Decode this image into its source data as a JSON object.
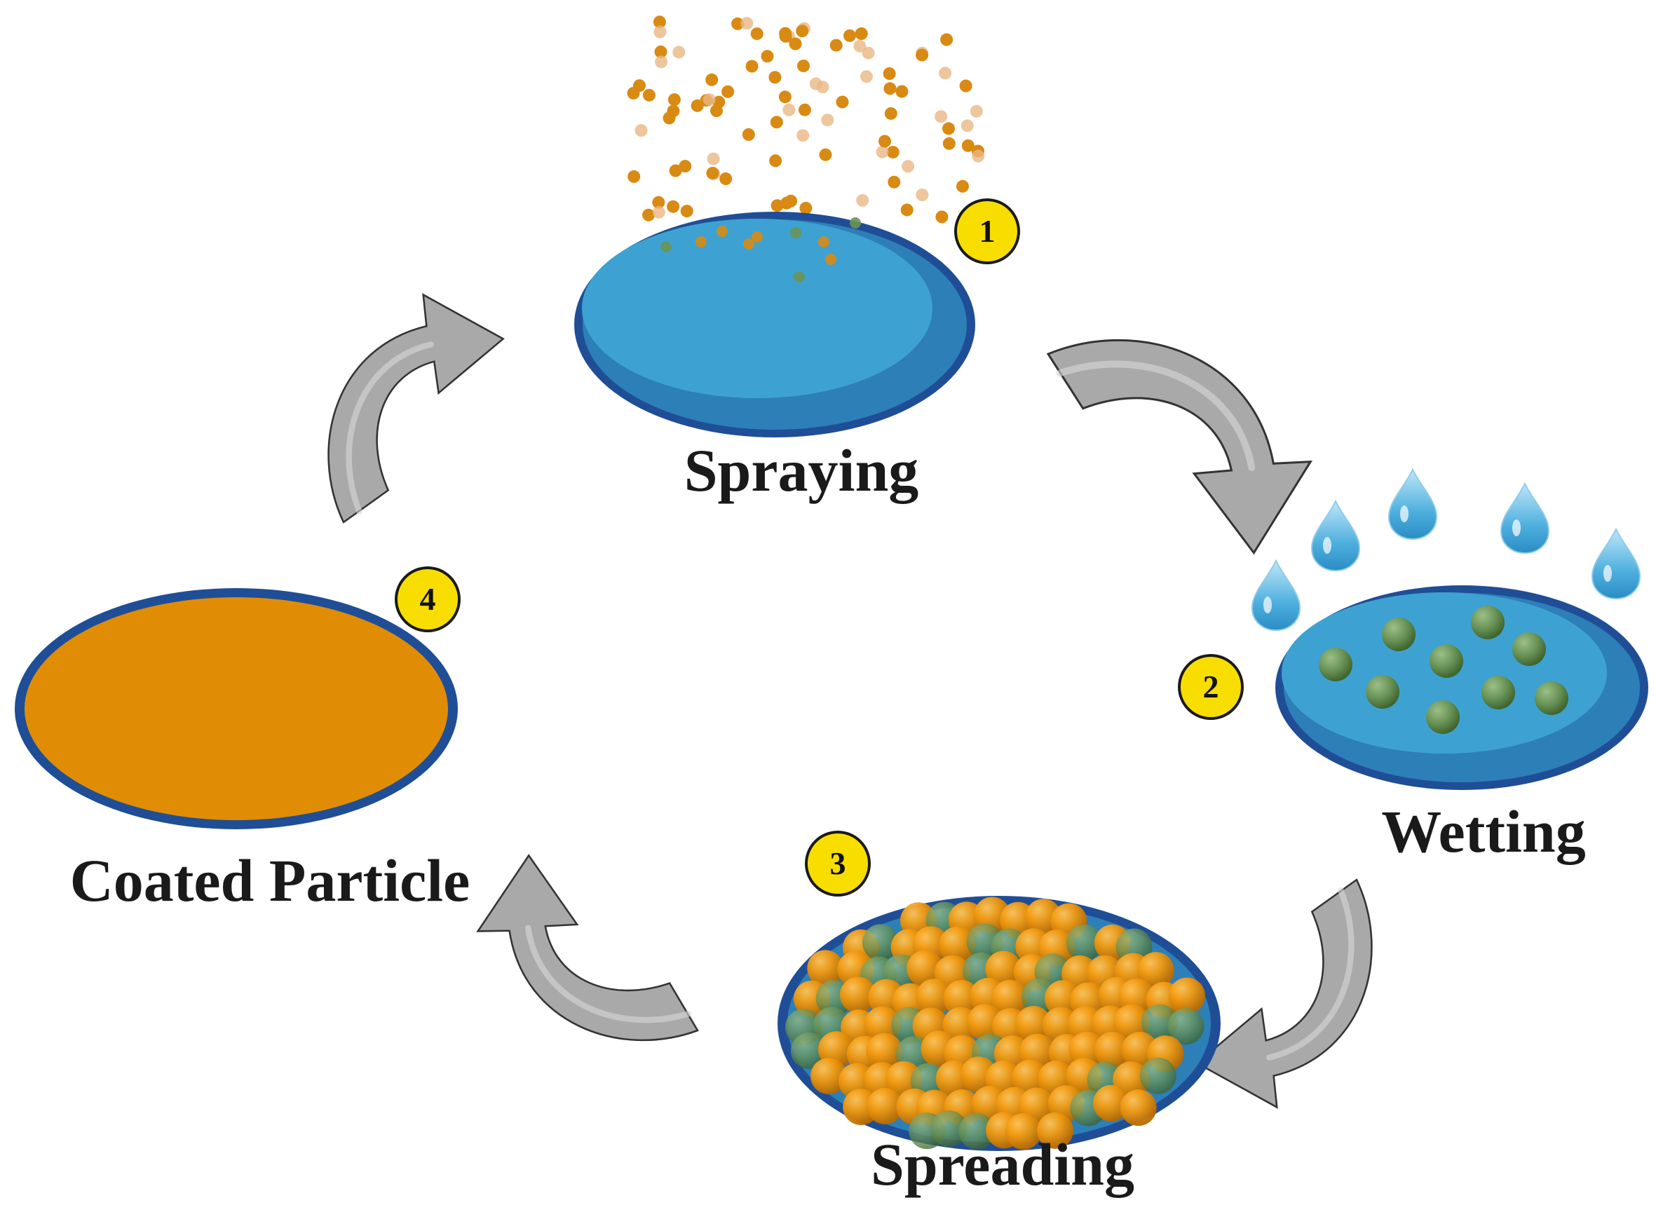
{
  "stages": [
    {
      "label": "Spraying",
      "badge": "1"
    },
    {
      "label": "Wetting",
      "badge": "2"
    },
    {
      "label": "Spreading",
      "badge": "3"
    },
    {
      "label": "Coated Particle",
      "badge": "4"
    }
  ],
  "colors": {
    "particle_blue": "#3da2d2",
    "particle_blue_highlight": "#52b4df",
    "particle_rim": "#1f4e97",
    "coating_orange": "#e08d05",
    "spray_dot": "#d98a12",
    "green_dot": "#5f8d4d",
    "droplet_blue": "#4fb0df",
    "arrow_gray": "#a9a9a9",
    "badge_yellow": "#f7de00"
  },
  "icons": [
    "curved-arrow-icon",
    "water-drop-icon",
    "spray-particle-icon"
  ]
}
